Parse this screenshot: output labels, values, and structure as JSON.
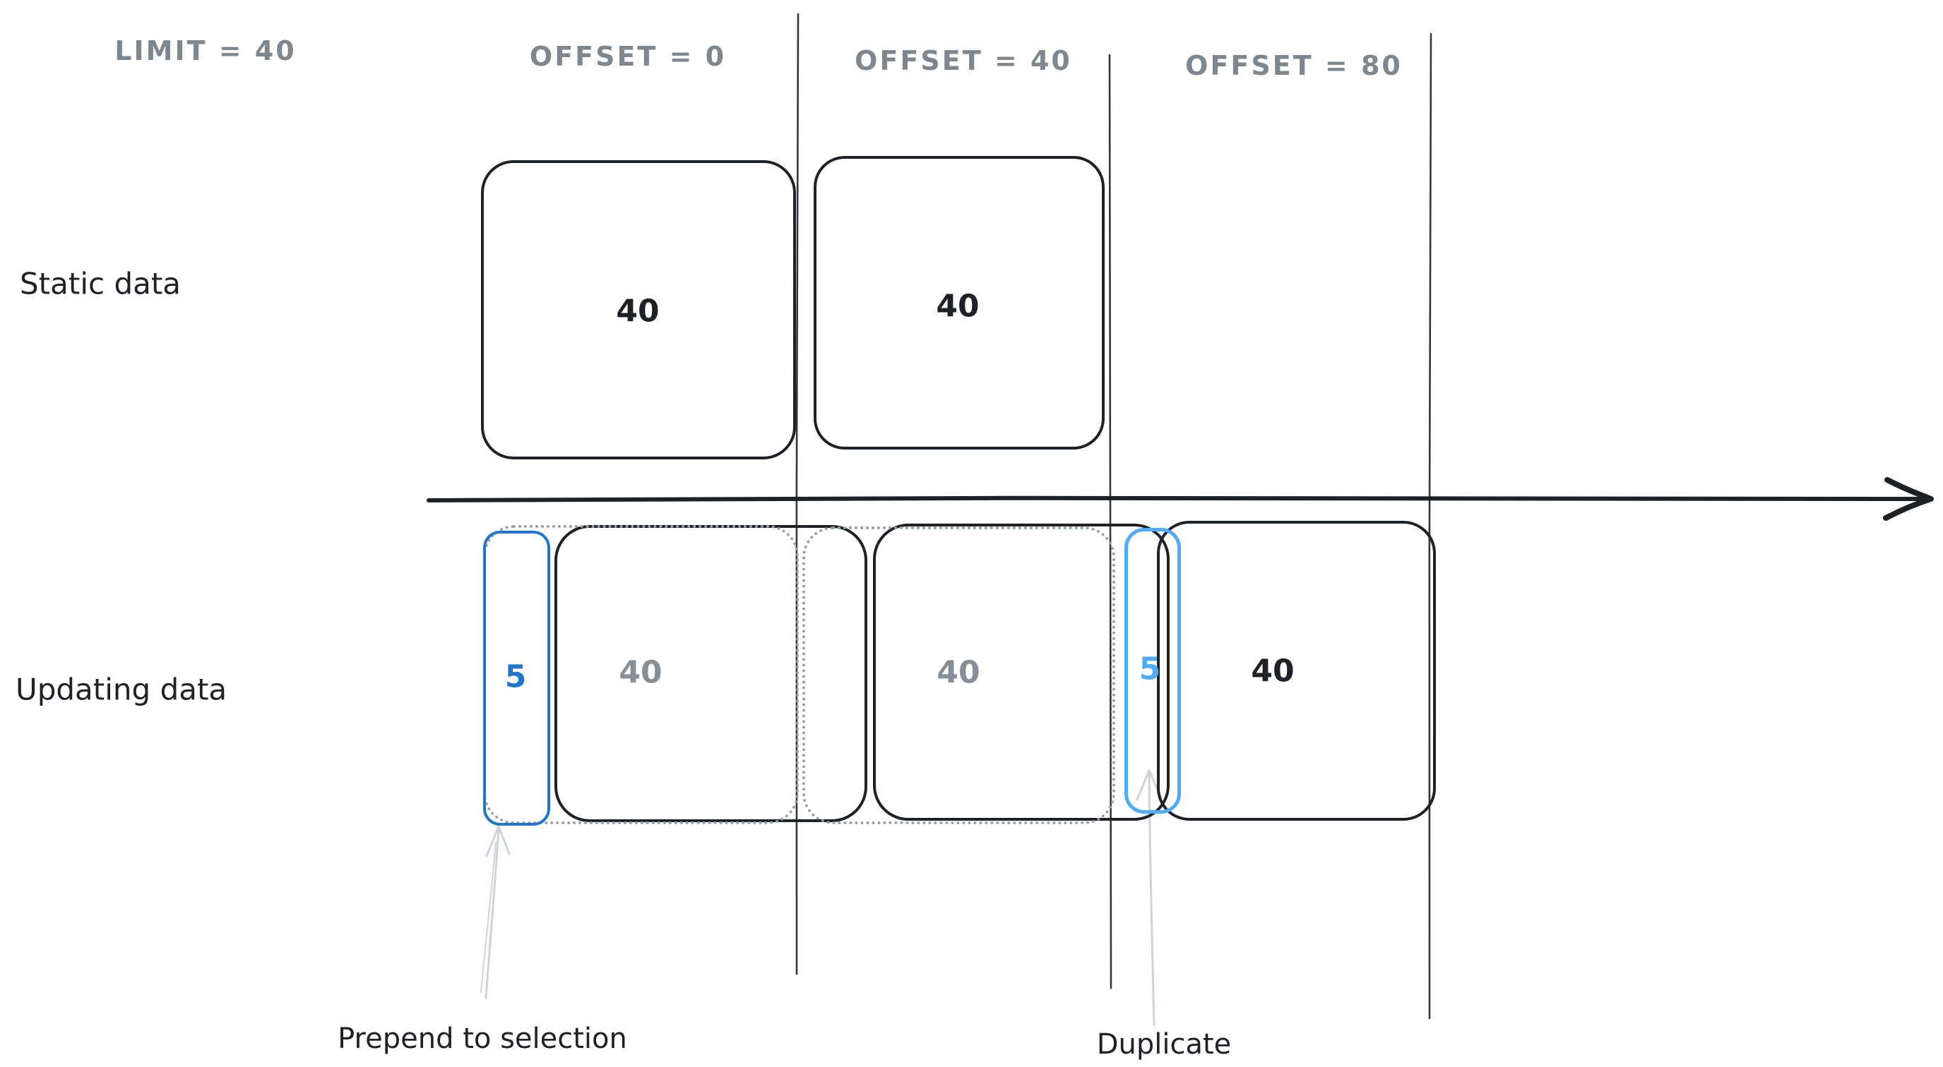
{
  "headers": {
    "limit": "LIMIT = 40",
    "offsets": [
      "OFFSET = 0",
      "OFFSET = 40",
      "OFFSET = 80"
    ]
  },
  "row_labels": {
    "static": "Static data",
    "updating": "Updating data"
  },
  "static_row": {
    "page1_count": "40",
    "page2_count": "40"
  },
  "updating_row": {
    "prepended_count": "5",
    "page1_count": "40",
    "page2_count": "40",
    "duplicated_count": "5",
    "page3_count": "40"
  },
  "annotations": {
    "prepend": "Prepend to selection",
    "duplicate": "Duplicate"
  },
  "colors": {
    "background": "#ffffff",
    "stroke_dark": "#1e2227",
    "header_gray": "#7d8790",
    "count_gray": "#868e96",
    "dotted_gray": "#979ea6",
    "blue_dark": "#1f76cc",
    "blue_light": "#4dabf7",
    "annotation_arrow_gray": "#ccd3d9",
    "boundary_line": "#31373d"
  }
}
